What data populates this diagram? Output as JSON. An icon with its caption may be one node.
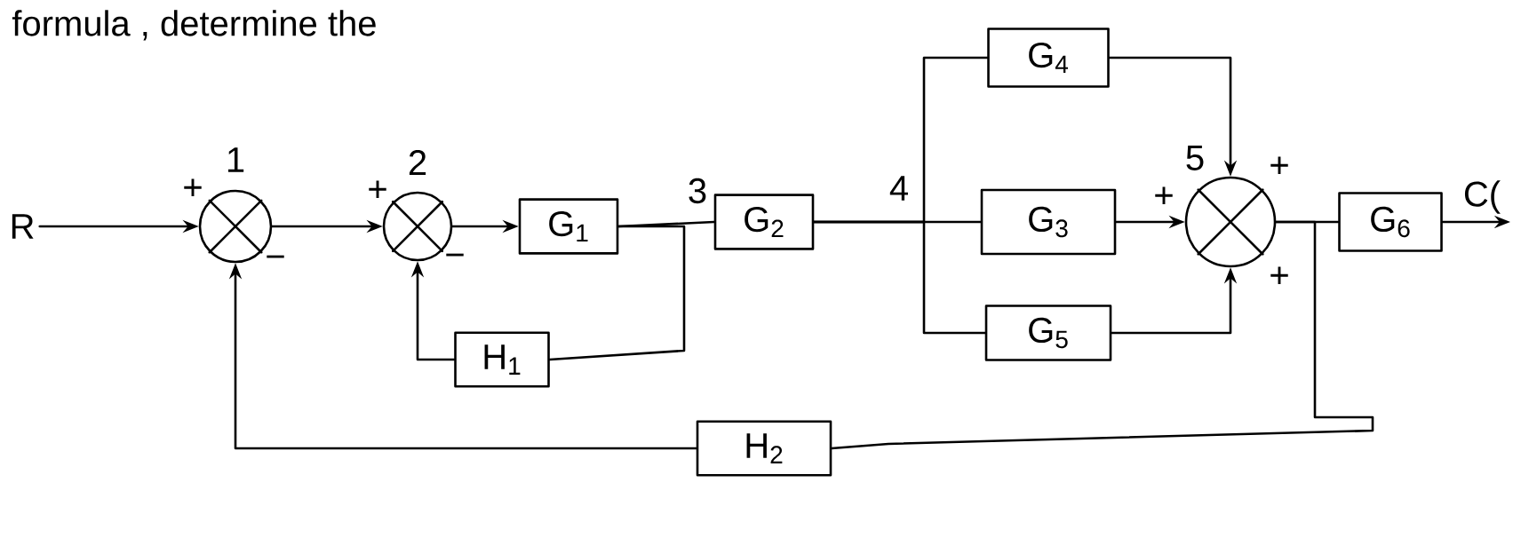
{
  "diagram": {
    "nodes": [
      {
        "text": [
          "R"
        ]
      },
      {
        "text": [],
        "shape": "circle",
        "beside": [
          "1",
          "+",
          "−"
        ]
      },
      {
        "text": [],
        "shape": "circle",
        "beside": [
          "2",
          "+",
          "−"
        ]
      },
      {
        "text": [
          "G$_{1}$"
        ]
      },
      {
        "text": [
          "G$_{2}$"
        ]
      },
      {
        "text": [
          "G$_{4}$"
        ]
      },
      {
        "text": [
          "G$_{3}$"
        ]
      },
      {
        "text": [
          "G$_{5}$"
        ]
      },
      {
        "text": [],
        "shape": "circle",
        "beside": [
          "5",
          "+",
          "+",
          "+"
        ]
      },
      {
        "text": [
          "G$_{6}$"
        ]
      },
      {
        "text": [
          "H$_{1}$"
        ]
      },
      {
        "text": [
          "H$_{2}$"
        ]
      }
    ],
    "edges": [
      {
        "from": 0,
        "to": 1,
        "arrow": "to"
      },
      {
        "from": 1,
        "to": 2,
        "arrow": "to"
      },
      {
        "from": 2,
        "to": 3,
        "arrow": "to"
      },
      {
        "from": 3,
        "to": 4,
        "arrow": "none"
      },
      {
        "from": 3,
        "to": 10,
        "arrow": "none"
      },
      {
        "from": 10,
        "to": 2,
        "arrow": "to"
      },
      {
        "from": 4,
        "to": 5,
        "arrow": "none"
      },
      {
        "from": 4,
        "to": 6,
        "arrow": "none"
      },
      {
        "from": 4,
        "to": 7,
        "arrow": "none"
      },
      {
        "from": 5,
        "to": 8,
        "arrow": "to"
      },
      {
        "from": 6,
        "to": 8,
        "arrow": "to"
      },
      {
        "from": 7,
        "to": 8,
        "arrow": "to"
      },
      {
        "from": 8,
        "to": 9,
        "arrow": "none"
      },
      {
        "from": 8,
        "to": 11,
        "arrow": "none"
      },
      {
        "from": 11,
        "to": 1,
        "arrow": "to"
      },
      {
        "from": 9,
        "to": null,
        "arrow": "to",
        "label": "C("
      }
    ],
    "labels": [
      "formula , determine the",
      "3",
      "4"
    ]
  }
}
